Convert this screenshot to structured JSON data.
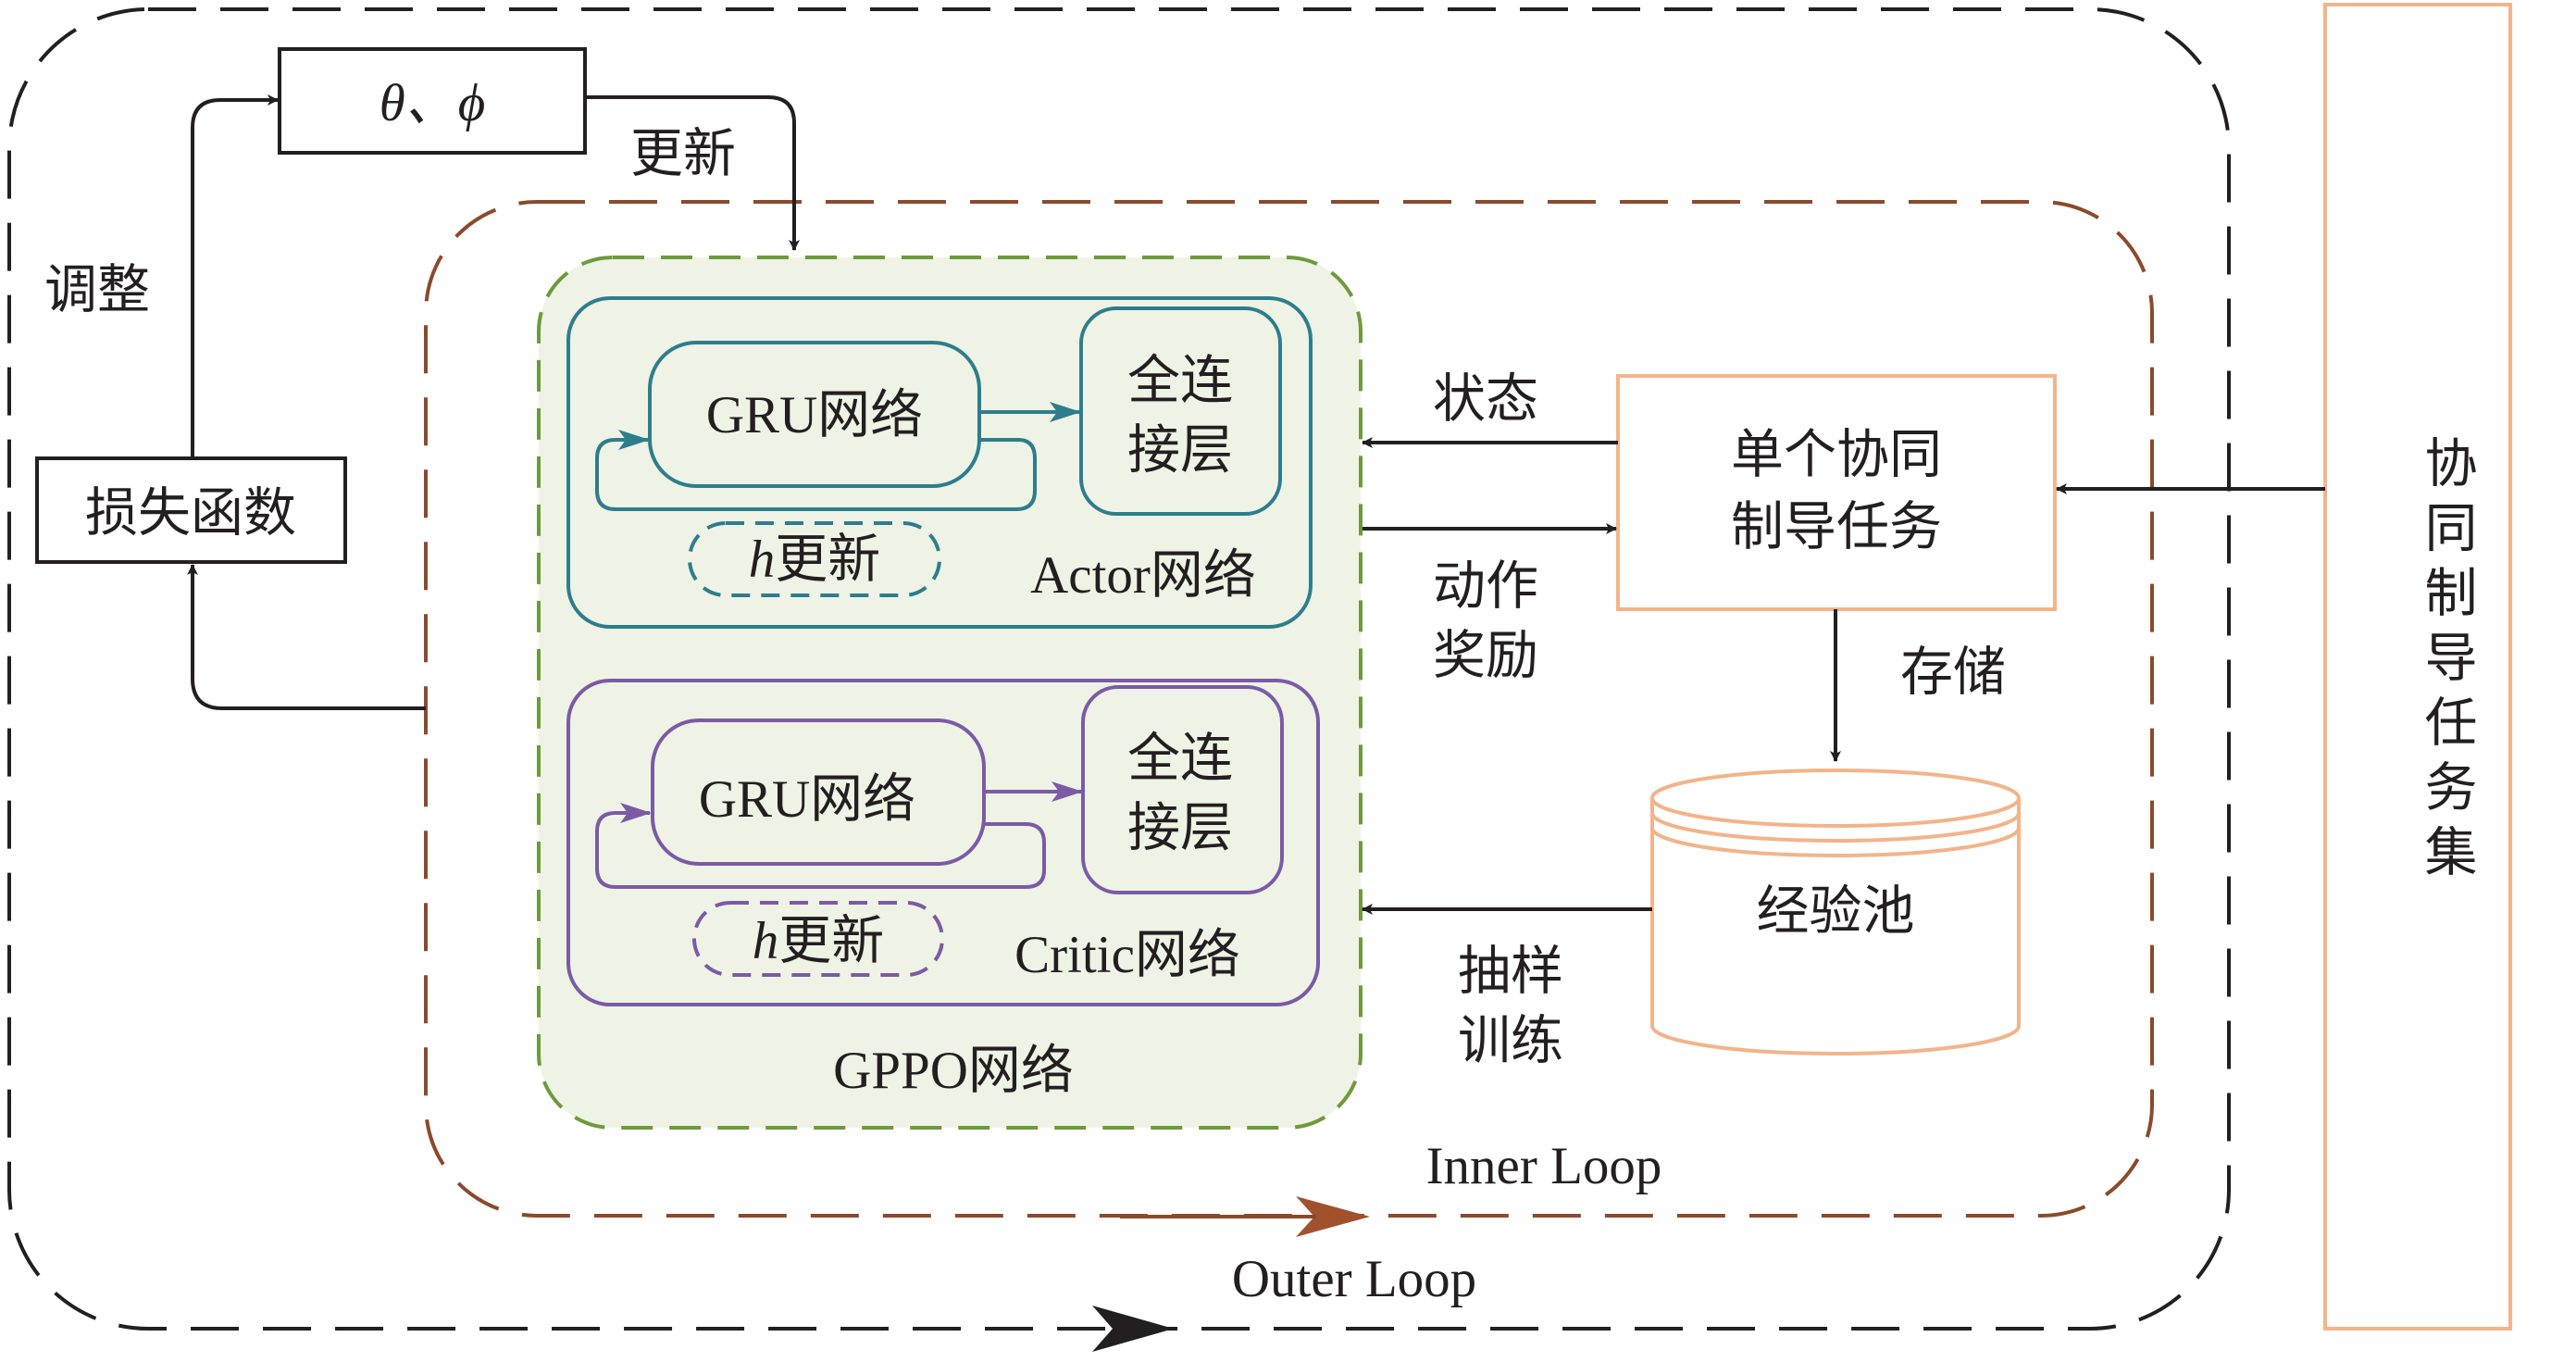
{
  "theta_phi": "θ、ϕ",
  "update": "更新",
  "adjust": "调整",
  "loss_function": "损失函数",
  "actor": {
    "gru": "GRU网络",
    "fc_line1": "全连",
    "fc_line2": "接层",
    "h_update_italic": "h",
    "h_update_text": "更新",
    "title": "Actor网络"
  },
  "critic": {
    "gru": "GRU网络",
    "fc_line1": "全连",
    "fc_line2": "接层",
    "h_update_italic": "h",
    "h_update_text": "更新",
    "title": "Critic网络"
  },
  "gppo": "GPPO网络",
  "state": "状态",
  "action_line1": "动作",
  "action_line2": "奖励",
  "task_line1": "单个协同",
  "task_line2": "制导任务",
  "store": "存储",
  "pool": "经验池",
  "sample_line1": "抽样",
  "sample_line2": "训练",
  "inner_loop": "Inner Loop",
  "outer_loop": "Outer Loop",
  "task_set": [
    "协",
    "同",
    "制",
    "导",
    "任",
    "务",
    "集"
  ],
  "colors": {
    "outer_dash": "#231f20",
    "inner_dash": "#8b4a2b",
    "gppo_fill": "#eef3e6",
    "gppo_border": "#6e9a3c",
    "actor": "#2e7d8c",
    "critic": "#7b5aa6",
    "orange": "#f2b48a",
    "inner_arrow": "#a0522d"
  }
}
